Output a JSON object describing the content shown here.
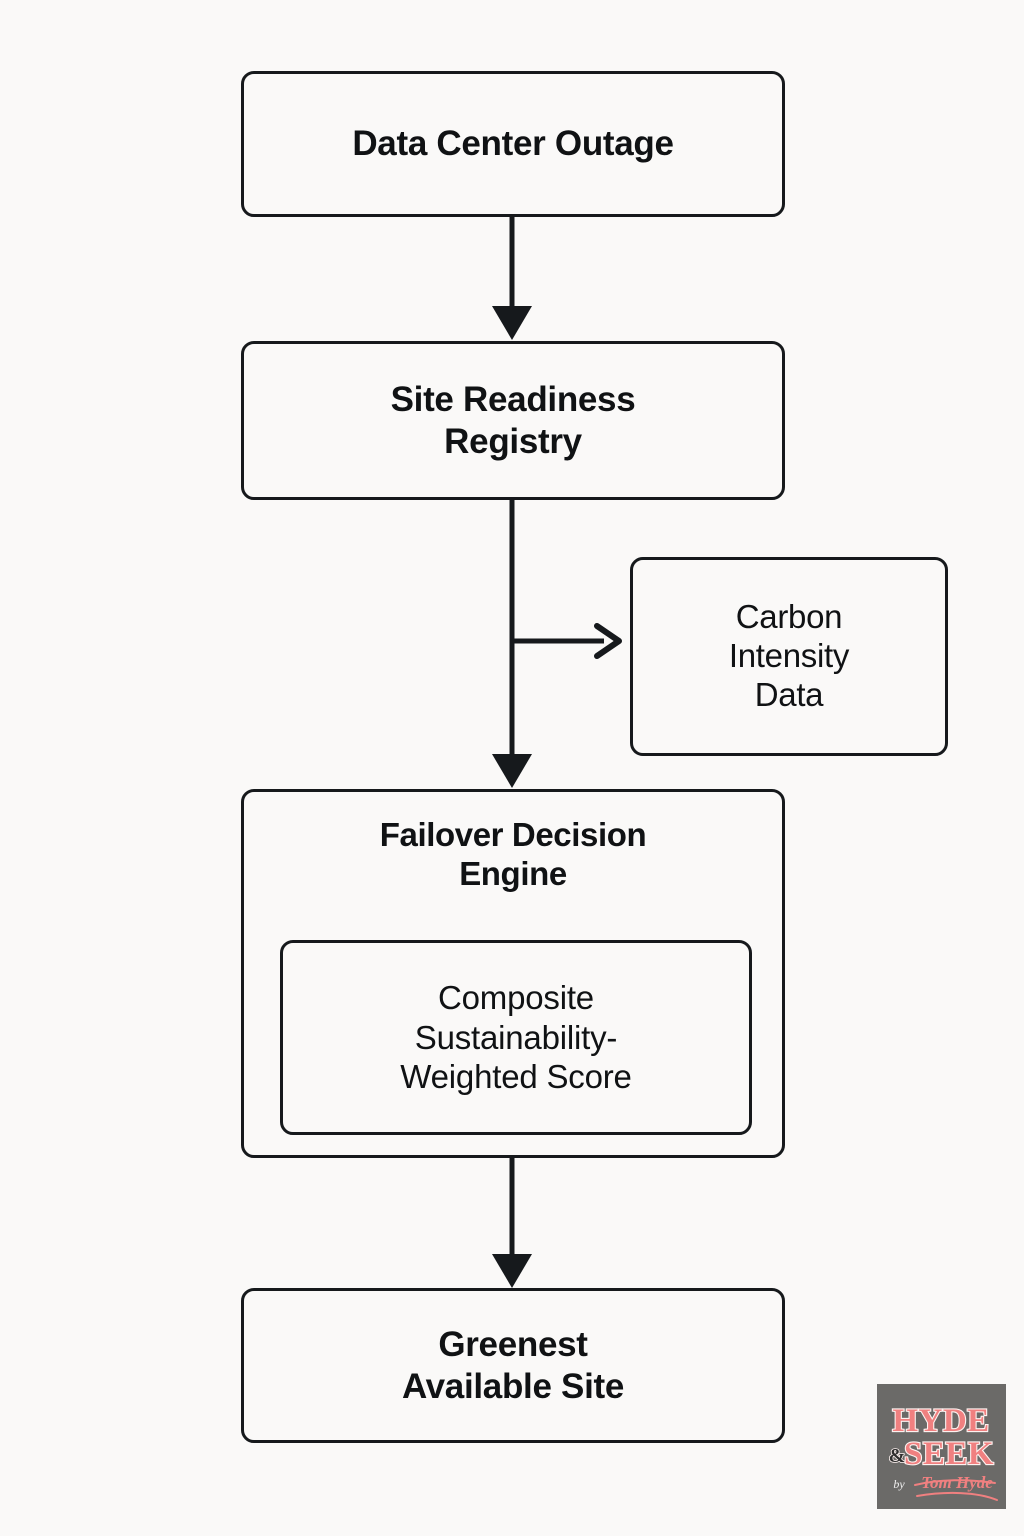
{
  "diagram": {
    "type": "flowchart",
    "orientation": "top-to-bottom",
    "background_color": "#faf9f8",
    "stroke_color": "#16191c",
    "nodes": [
      {
        "id": "outage",
        "label": "Data Center Outage",
        "shape": "rounded-rectangle"
      },
      {
        "id": "registry",
        "label": "Site Readiness\nRegistry",
        "shape": "rounded-rectangle"
      },
      {
        "id": "carbon",
        "label": "Carbon\nIntensity\nData",
        "shape": "rounded-rectangle"
      },
      {
        "id": "engine",
        "label": "Failover Decision\nEngine",
        "shape": "rounded-rectangle"
      },
      {
        "id": "score",
        "label": "Composite\nSustainability-\nWeighted Score",
        "shape": "rounded-rectangle-nested"
      },
      {
        "id": "result",
        "label": "Greenest\nAvailable Site",
        "shape": "rounded-rectangle"
      }
    ],
    "edges": [
      {
        "from": "outage",
        "to": "registry",
        "direction": "down",
        "arrowhead": "filled-triangle"
      },
      {
        "from": "registry",
        "to": "carbon",
        "direction": "right",
        "arrowhead": "open-chevron"
      },
      {
        "from": "registry",
        "to": "engine",
        "direction": "down",
        "arrowhead": "filled-triangle"
      },
      {
        "from": "engine",
        "to": "result",
        "direction": "down",
        "arrowhead": "filled-triangle"
      }
    ]
  },
  "watermark": {
    "line1": "HYDE",
    "amp": "&",
    "line2": "SEEK",
    "byline": "by",
    "signature": "Tom Hyde",
    "background_color": "#6b6a68",
    "accent_color": "#f08080"
  }
}
